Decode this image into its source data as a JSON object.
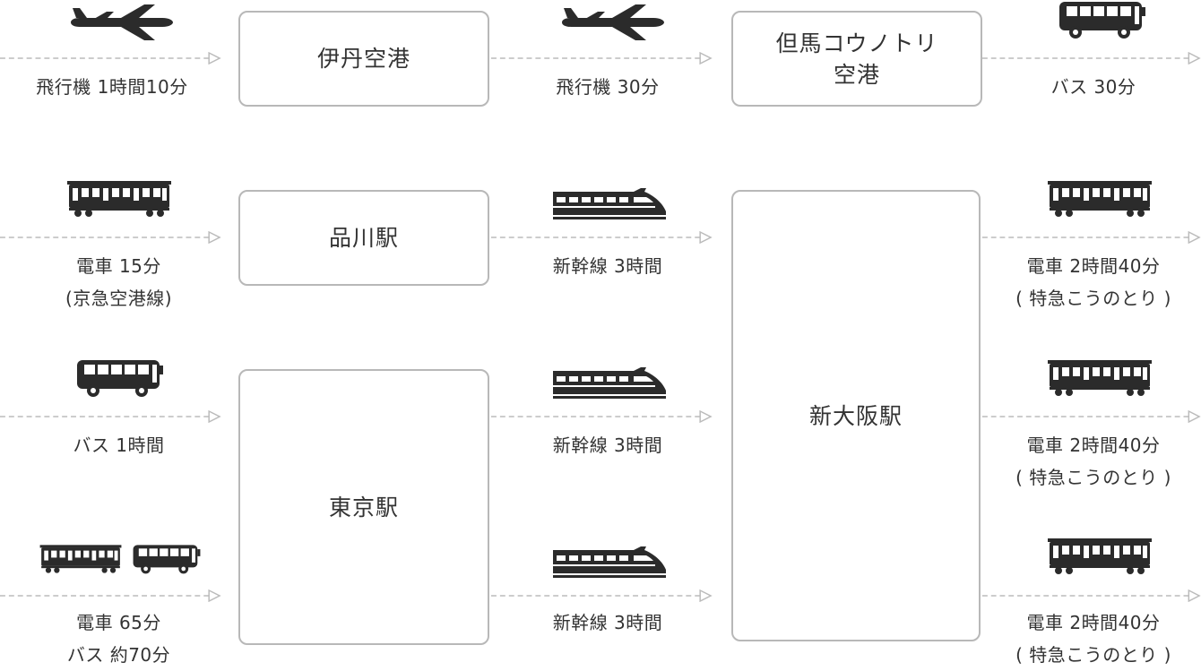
{
  "colors": {
    "text": "#333333",
    "border": "#b8b8b8",
    "arrow": "#bbbbbb",
    "icon": "#2b2b2b"
  },
  "stations": {
    "itami": "伊丹空港",
    "tajima": "但馬コウノトリ\n空港",
    "shinagawa": "品川駅",
    "tokyo": "東京駅",
    "shin_osaka": "新大阪駅"
  },
  "routes": {
    "r1": {
      "icon": "airplane-icon",
      "line1": "飛行機 1時間10分"
    },
    "r2": {
      "icon": "airplane-icon",
      "line1": "飛行機 30分"
    },
    "r3": {
      "icon": "bus-icon",
      "line1": "バス 30分"
    },
    "r4": {
      "icon": "train-icon",
      "line1": "電車 15分",
      "line2": "(京急空港線)"
    },
    "r5": {
      "icon": "shinkansen-icon",
      "line1": "新幹線 3時間"
    },
    "r6": {
      "icon": "train-icon",
      "line1": "電車 2時間40分",
      "line2": "( 特急こうのとり )"
    },
    "r7": {
      "icon": "bus-icon",
      "line1": "バス 1時間"
    },
    "r8": {
      "icon": "shinkansen-icon",
      "line1": "新幹線 3時間"
    },
    "r9": {
      "icon": "train-icon",
      "line1": "電車 2時間40分",
      "line2": "( 特急こうのとり )"
    },
    "r10": {
      "icon": "train-bus-icon",
      "line1": "電車 65分",
      "line2": "バス 約70分"
    },
    "r11": {
      "icon": "shinkansen-icon",
      "line1": "新幹線 3時間"
    },
    "r12": {
      "icon": "train-icon",
      "line1": "電車 2時間40分",
      "line2": "( 特急こうのとり )"
    }
  }
}
